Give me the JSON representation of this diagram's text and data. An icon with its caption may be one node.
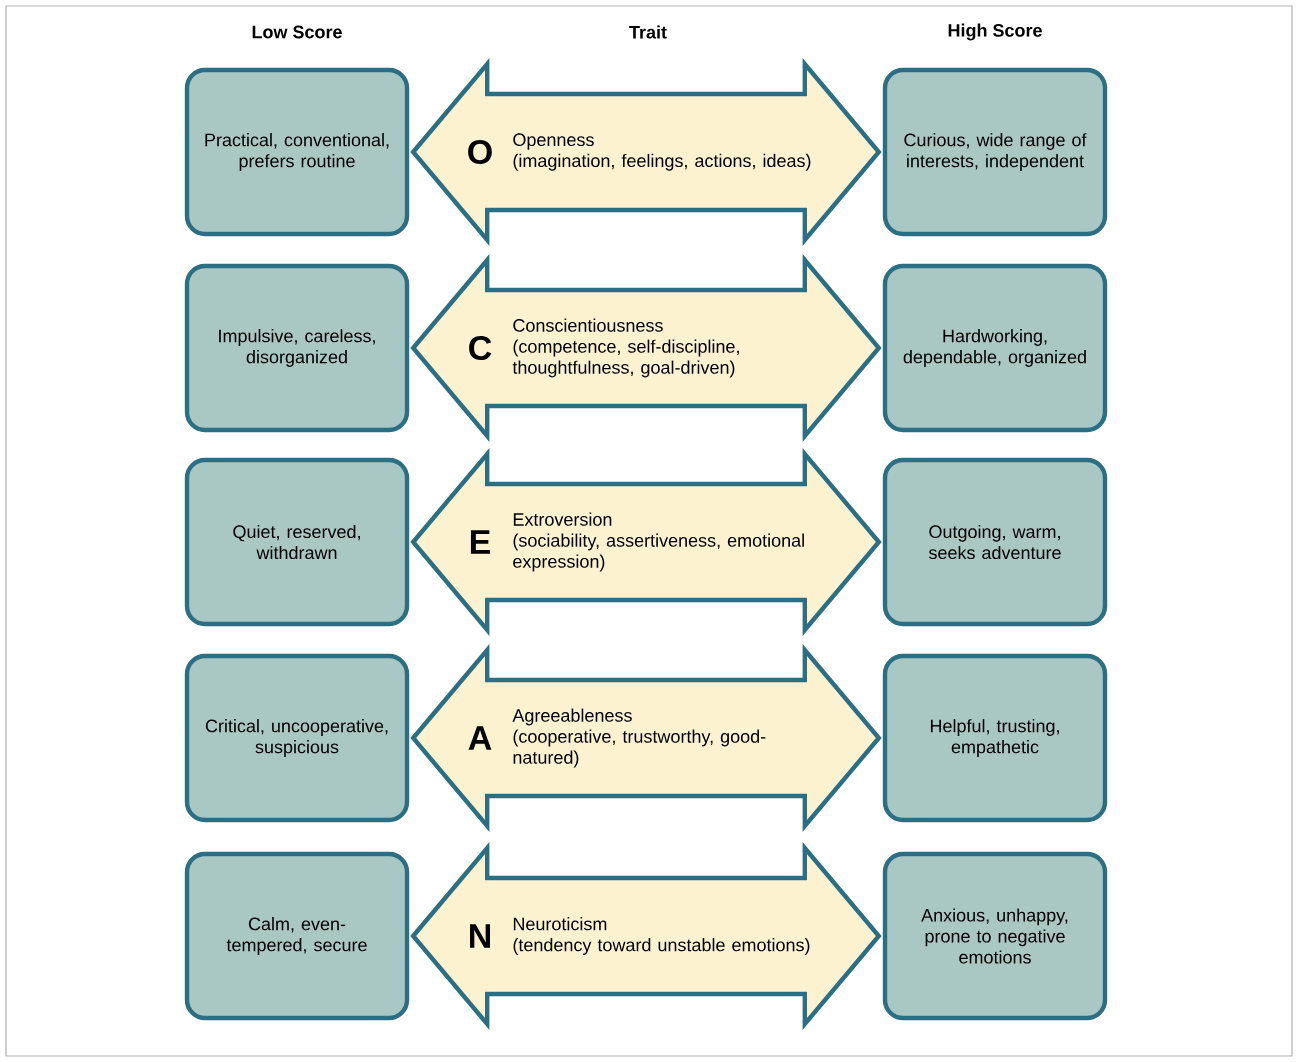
{
  "diagram": {
    "nodes": [
      {
        "text": [
          "Practical, conventional, prefers routine"
        ]
      },
      {
        "text": [
          "O",
          "Openness",
          "(imagination, feelings, actions, ideas)"
        ]
      },
      {
        "text": [
          "Curious, wide range of interests, independent"
        ]
      },
      {
        "text": [
          "Impulsive, careless, disorganized"
        ]
      },
      {
        "text": [
          "C",
          "Conscientiousness",
          "(competence, self-discipline, thoughtfulness, goal-driven)"
        ]
      },
      {
        "text": [
          "Hardworking, dependable, organized"
        ]
      },
      {
        "text": [
          "Quiet, reserved, withdrawn"
        ]
      },
      {
        "text": [
          "E",
          "Extroversion",
          "(sociability, assertiveness, emotional expression)"
        ]
      },
      {
        "text": [
          "Outgoing, warm, seeks adventure"
        ]
      },
      {
        "text": [
          "Critical, uncooperative, suspicious"
        ]
      },
      {
        "text": [
          "A",
          "Agreeableness",
          "(cooperative, trustworthy, good-natured)"
        ]
      },
      {
        "text": [
          "Helpful, trusting, empathetic"
        ]
      },
      {
        "text": [
          "Calm, even-tempered, secure"
        ]
      },
      {
        "text": [
          "N",
          "Neuroticism",
          "(tendency toward unstable emotions)"
        ]
      },
      {
        "text": [
          "Anxious, unhappy, prone to negative emotions"
        ]
      }
    ],
    "edges": [
      {
        "from": 0,
        "to": 2,
        "arrow": "both"
      },
      {
        "from": 3,
        "to": 5,
        "arrow": "both"
      },
      {
        "from": 6,
        "to": 8,
        "arrow": "both"
      },
      {
        "from": 9,
        "to": 11,
        "arrow": "both"
      },
      {
        "from": 12,
        "to": 14,
        "arrow": "both"
      }
    ],
    "labels": [
      "Low Score",
      "Trait",
      "High Score"
    ]
  }
}
